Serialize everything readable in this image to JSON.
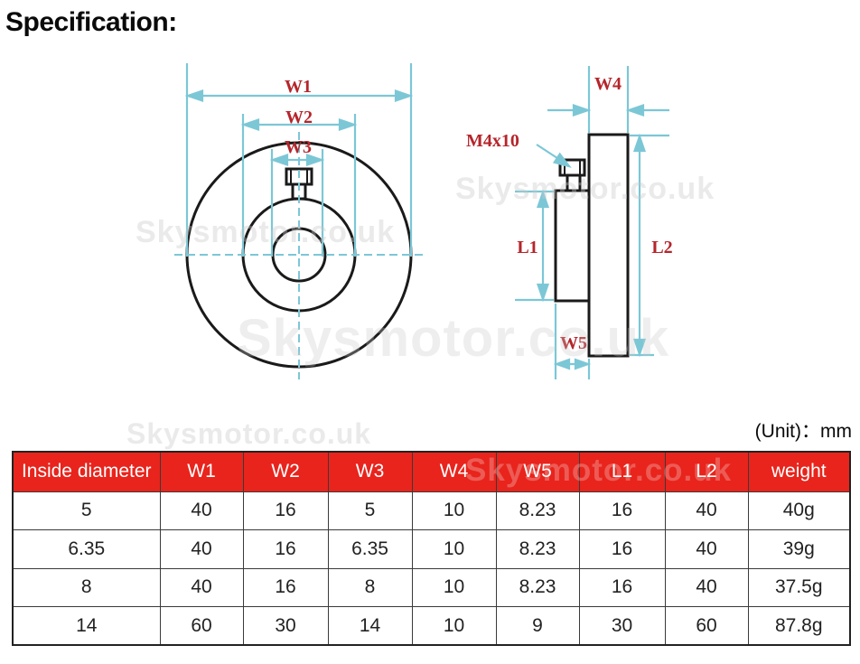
{
  "page": {
    "title": "Specification:",
    "unit_label": "(Unit)：mm"
  },
  "watermarks": {
    "text": "Skysmotor.co.uk"
  },
  "diagram": {
    "front_view": {
      "labels": {
        "w1": "W1",
        "w2": "W2",
        "w3": "W3"
      }
    },
    "side_view": {
      "labels": {
        "w4": "W4",
        "w5": "W5",
        "l1": "L1",
        "l2": "L2",
        "screw": "M4x10"
      }
    }
  },
  "colors": {
    "dimension_line": "#7cc7d6",
    "dimension_label": "#b5252b",
    "drawing_line": "#1a1a1a",
    "table_header_bg": "#e8241c",
    "table_header_text": "#ffffff",
    "table_border": "#3a3a3a"
  },
  "table": {
    "headers": [
      "Inside diameter",
      "W1",
      "W2",
      "W3",
      "W4",
      "W5",
      "L1",
      "L2",
      "weight"
    ],
    "rows": [
      [
        "5",
        "40",
        "16",
        "5",
        "10",
        "8.23",
        "16",
        "40",
        "40g"
      ],
      [
        "6.35",
        "40",
        "16",
        "6.35",
        "10",
        "8.23",
        "16",
        "40",
        "39g"
      ],
      [
        "8",
        "40",
        "16",
        "8",
        "10",
        "8.23",
        "16",
        "40",
        "37.5g"
      ],
      [
        "14",
        "60",
        "30",
        "14",
        "10",
        "9",
        "30",
        "60",
        "87.8g"
      ]
    ]
  }
}
